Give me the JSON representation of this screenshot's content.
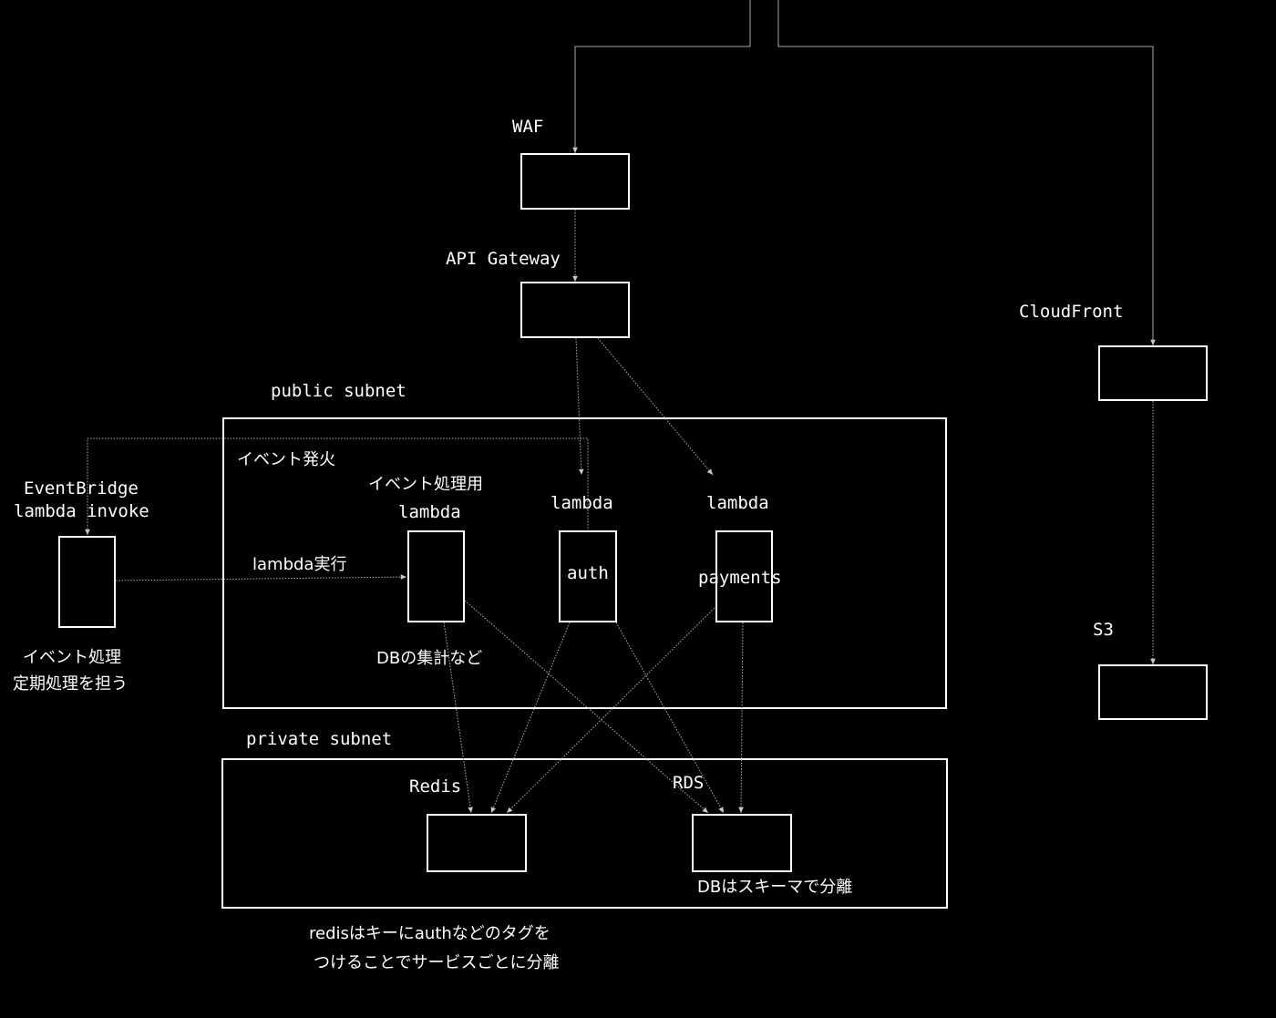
{
  "zones": {
    "public_subnet": "public subnet",
    "private_subnet": "private subnet"
  },
  "services": {
    "waf": "WAF",
    "api_gateway": "API Gateway",
    "cloudfront": "CloudFront",
    "s3": "S3",
    "eventbridge_line1": "EventBridge",
    "eventbridge_line2": "lambda invoke",
    "redis": "Redis",
    "rds": "RDS"
  },
  "lambdas": {
    "event_handler_caption": "イベント処理用",
    "event_handler_label": "lambda",
    "auth_label": "lambda",
    "auth_name": "auth",
    "payments_label": "lambda",
    "payments_name": "payments"
  },
  "annotations": {
    "event_fire": "イベント発火",
    "lambda_exec": "lambda実行",
    "db_aggregate": "DBの集計など",
    "eventbridge_note_line1": "イベント処理",
    "eventbridge_note_line2": "定期処理を担う",
    "rds_note": "DBはスキーマで分離",
    "redis_note_line1": "redisはキーにauthなどのタグを",
    "redis_note_line2": "つけることでサービスごとに分離"
  },
  "colors": {
    "background": "#000000",
    "stroke": "#ffffff",
    "connector": "#a8a8a8"
  }
}
